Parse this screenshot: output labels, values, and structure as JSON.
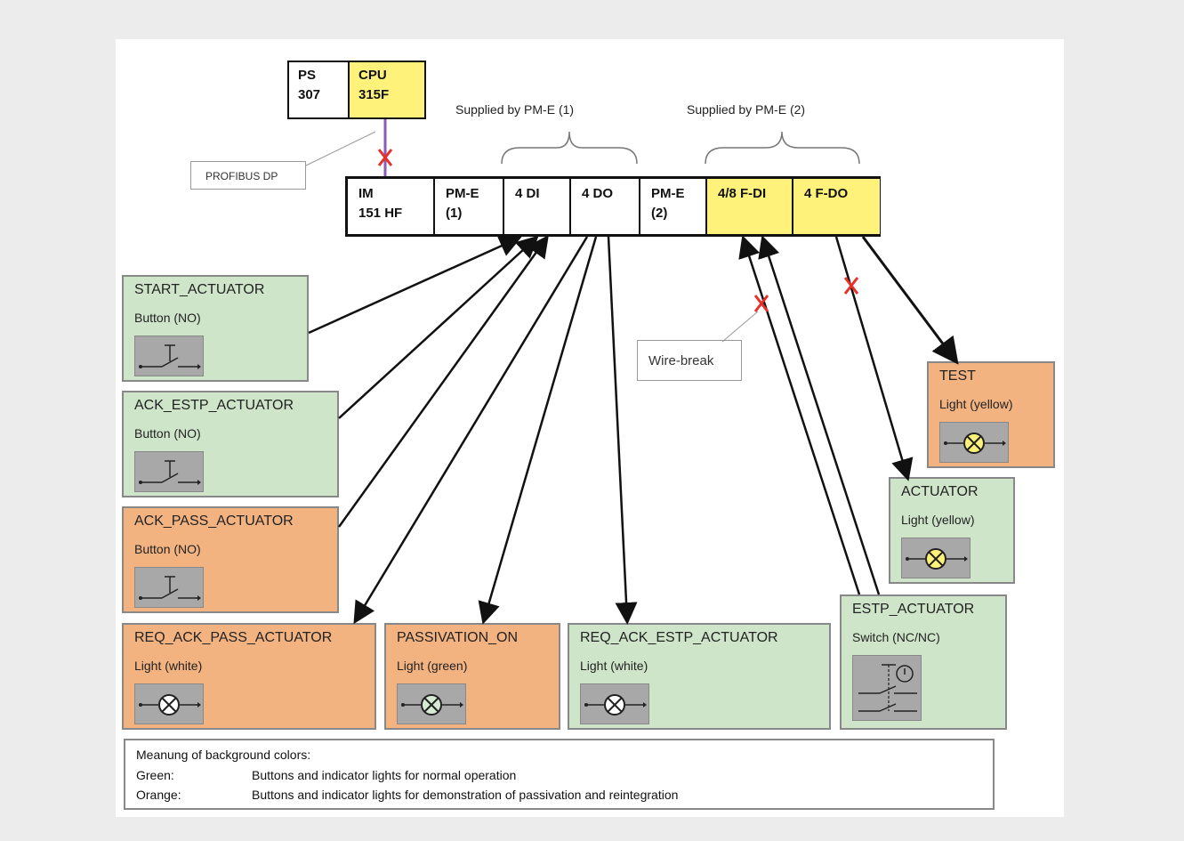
{
  "cpu_rack": {
    "ps": [
      "PS",
      "307"
    ],
    "cpu": [
      "CPU",
      "315F"
    ]
  },
  "profibus_label": "PROFIBUS DP",
  "supply_labels": [
    "Supplied by PM-E (1)",
    "Supplied by PM-E (2)"
  ],
  "io_modules": [
    {
      "l1": "IM",
      "l2": "151 HF",
      "color": "#ffffff"
    },
    {
      "l1": "PM-E",
      "l2": "(1)",
      "color": "#ffffff"
    },
    {
      "l1": "4 DI",
      "l2": "",
      "color": "#ffffff"
    },
    {
      "l1": "4 DO",
      "l2": "",
      "color": "#ffffff"
    },
    {
      "l1": "PM-E",
      "l2": "(2)",
      "color": "#ffffff"
    },
    {
      "l1": "4/8 F-DI",
      "l2": "",
      "color": "#fff27a"
    },
    {
      "l1": "4 F-DO",
      "l2": "",
      "color": "#fff27a"
    }
  ],
  "wire_break_label": "Wire-break",
  "devices": {
    "start_actuator": {
      "name": "START_ACTUATOR",
      "type": "Button (NO)",
      "icon": "pushbutton-no-icon"
    },
    "ack_estp_actuator": {
      "name": "ACK_ESTP_ACTUATOR",
      "type": "Button (NO)",
      "icon": "pushbutton-no-icon"
    },
    "ack_pass_actuator": {
      "name": "ACK_PASS_ACTUATOR",
      "type": "Button (NO)",
      "icon": "pushbutton-no-icon"
    },
    "req_ack_pass_actuator": {
      "name": "REQ_ACK_PASS_ACTUATOR",
      "type": "Light (white)",
      "icon": "lamp-icon",
      "lamp_color": "#ffffff"
    },
    "passivation_on": {
      "name": "PASSIVATION_ON",
      "type": "Light (green)",
      "icon": "lamp-icon",
      "lamp_color": "#d6ecd2"
    },
    "req_ack_estp_actuator": {
      "name": "REQ_ACK_ESTP_ACTUATOR",
      "type": "Light (white)",
      "icon": "lamp-icon",
      "lamp_color": "#ffffff"
    },
    "estp_actuator": {
      "name": "ESTP_ACTUATOR",
      "type": "Switch (NC/NC)",
      "icon": "emergency-switch-icon"
    },
    "test": {
      "name": "TEST",
      "type": "Light (yellow)",
      "icon": "lamp-icon",
      "lamp_color": "#fff27a"
    },
    "actuator": {
      "name": "ACTUATOR",
      "type": "Light (yellow)",
      "icon": "lamp-icon",
      "lamp_color": "#fff27a"
    }
  },
  "legend": {
    "heading": "Meanung of background colors:",
    "rows": [
      {
        "key": "Green:",
        "value": "Buttons and indicator lights  for normal operation"
      },
      {
        "key": "Orange:",
        "value": "Buttons and indicator lights for demonstration of passivation and reintegration"
      }
    ]
  },
  "colors": {
    "green": "#cfe5c9",
    "orange": "#f3b381",
    "yellow": "#fff27a",
    "break_mark": "#e8302a",
    "bus_line": "#8a5bb8"
  }
}
